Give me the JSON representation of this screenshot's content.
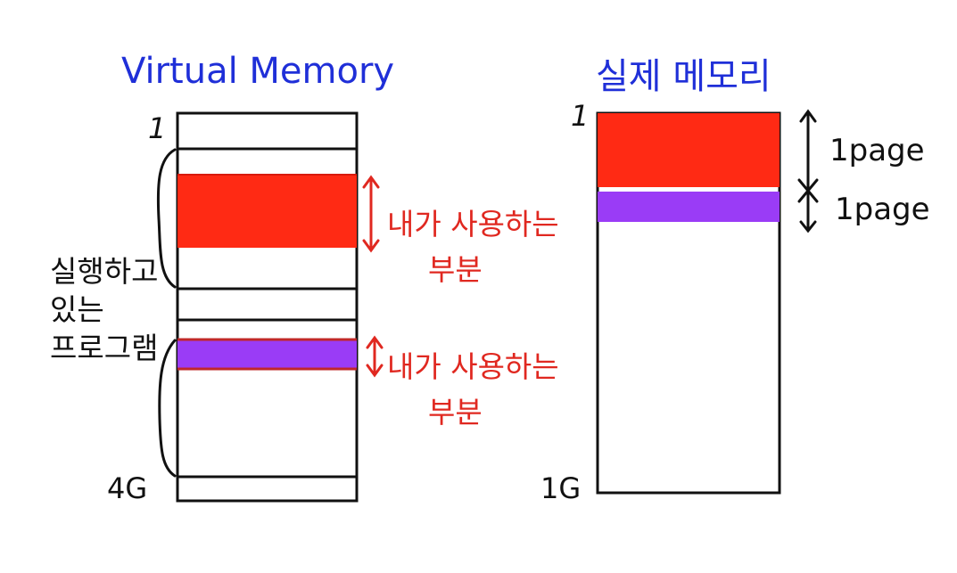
{
  "virtual": {
    "title": "Virtual Memory",
    "top_address": "1",
    "bottom_address": "4G",
    "running_program_lines": [
      "실행하고",
      "있는",
      "프로그램"
    ],
    "used_part_label_line1": "내가 사용하는",
    "used_part_label_line2": "부분"
  },
  "physical": {
    "title": "실제 메모리",
    "top_address": "1",
    "bottom_address": "1G",
    "page_labels": [
      "1page",
      "1page"
    ]
  },
  "colors": {
    "title_blue": "#1f2fd8",
    "red_block": "#ff2a14",
    "purple_block": "#9a3cf6",
    "label_red": "#e02820",
    "stroke": "#111111"
  }
}
